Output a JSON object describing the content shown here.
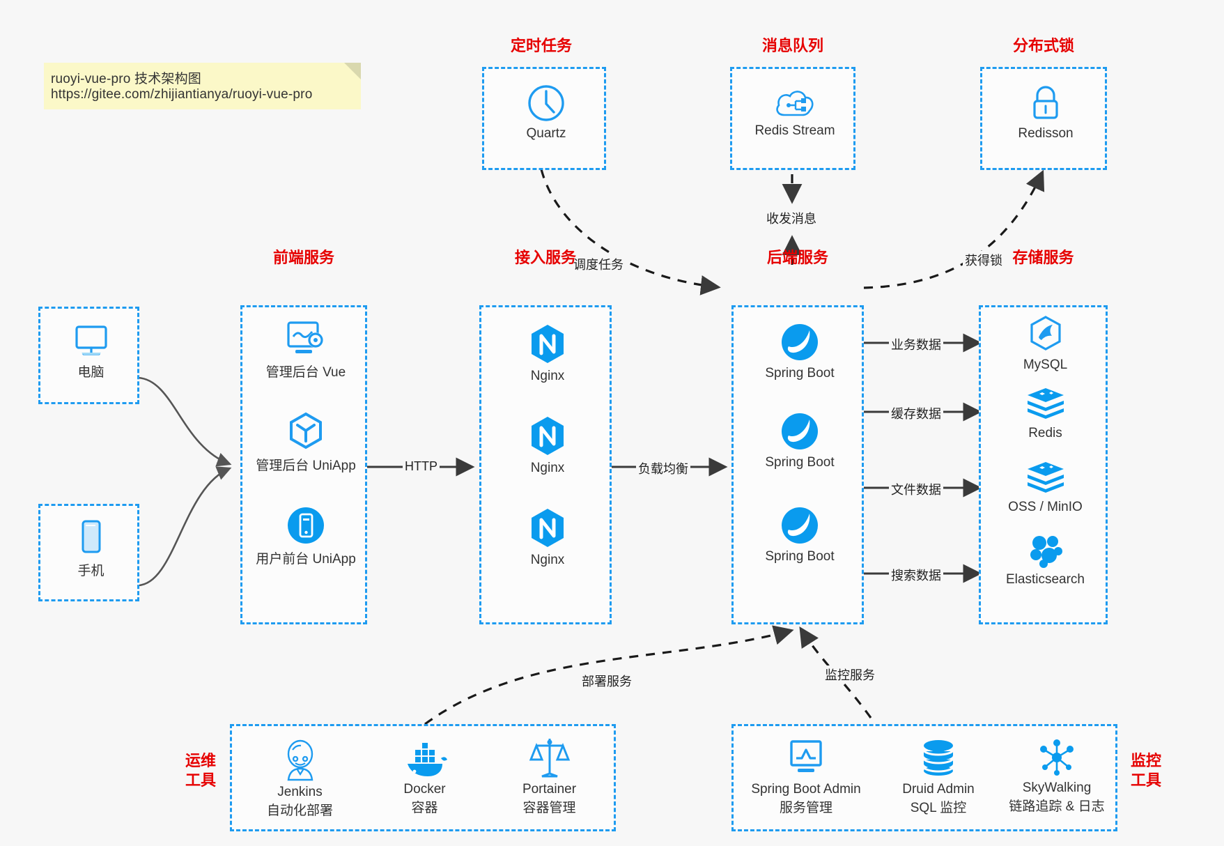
{
  "note": {
    "line1": "ruoyi-vue-pro 技术架构图",
    "line2": "https://gitee.com/zhijiantianya/ruoyi-vue-pro"
  },
  "colors": {
    "accent_blue": "#1e9bf0",
    "title_red": "#e60000",
    "note_bg": "#fbf8c8",
    "page_bg": "#f7f7f7",
    "arrow_dark": "#3a3a3a"
  },
  "groups": {
    "scheduler": {
      "title": "定时任务",
      "nodes": [
        {
          "icon": "clock-icon",
          "label": "Quartz"
        }
      ]
    },
    "mq": {
      "title": "消息队列",
      "nodes": [
        {
          "icon": "cloud-stream-icon",
          "label": "Redis Stream"
        }
      ]
    },
    "lock": {
      "title": "分布式锁",
      "nodes": [
        {
          "icon": "lock-icon",
          "label": "Redisson"
        }
      ]
    },
    "clients": {
      "nodes": [
        {
          "icon": "desktop-icon",
          "label": "电脑"
        },
        {
          "icon": "phone-icon",
          "label": "手机"
        }
      ]
    },
    "frontend": {
      "title": "前端服务",
      "nodes": [
        {
          "icon": "dashboard-gear-icon",
          "label": "管理后台 Vue"
        },
        {
          "icon": "cube-icon",
          "label": "管理后台 UniApp"
        },
        {
          "icon": "mobile-app-icon",
          "label": "用户前台 UniApp"
        }
      ]
    },
    "gateway": {
      "title": "接入服务",
      "nodes": [
        {
          "icon": "nginx-icon",
          "label": "Nginx"
        },
        {
          "icon": "nginx-icon",
          "label": "Nginx"
        },
        {
          "icon": "nginx-icon",
          "label": "Nginx"
        }
      ]
    },
    "backend": {
      "title": "后端服务",
      "nodes": [
        {
          "icon": "spring-boot-icon",
          "label": "Spring Boot"
        },
        {
          "icon": "spring-boot-icon",
          "label": "Spring Boot"
        },
        {
          "icon": "spring-boot-icon",
          "label": "Spring Boot"
        }
      ]
    },
    "storage": {
      "title": "存储服务",
      "nodes": [
        {
          "icon": "mysql-icon",
          "label": "MySQL"
        },
        {
          "icon": "redis-icon",
          "label": "Redis"
        },
        {
          "icon": "oss-icon",
          "label": "OSS / MinIO"
        },
        {
          "icon": "elasticsearch-icon",
          "label": "Elasticsearch"
        }
      ]
    },
    "devops": {
      "title_line1": "运维",
      "title_line2": "工具",
      "nodes": [
        {
          "icon": "jenkins-icon",
          "label": "Jenkins",
          "sub": "自动化部署"
        },
        {
          "icon": "docker-icon",
          "label": "Docker",
          "sub": "容器"
        },
        {
          "icon": "portainer-icon",
          "label": "Portainer",
          "sub": "容器管理"
        }
      ]
    },
    "monitor": {
      "title_line1": "监控",
      "title_line2": "工具",
      "nodes": [
        {
          "icon": "monitor-chart-icon",
          "label": "Spring Boot Admin",
          "sub": "服务管理"
        },
        {
          "icon": "database-icon",
          "label": "Druid Admin",
          "sub": "SQL 监控"
        },
        {
          "icon": "skywalking-icon",
          "label": "SkyWalking",
          "sub": "链路追踪 & 日志"
        }
      ]
    }
  },
  "edges": {
    "http": "HTTP",
    "load_balance": "负载均衡",
    "schedule_task": "调度任务",
    "send_receive_message": "收发消息",
    "acquire_lock": "获得锁",
    "business_data": "业务数据",
    "cache_data": "缓存数据",
    "file_data": "文件数据",
    "search_data": "搜索数据",
    "deploy_service": "部署服务",
    "monitor_service": "监控服务"
  }
}
